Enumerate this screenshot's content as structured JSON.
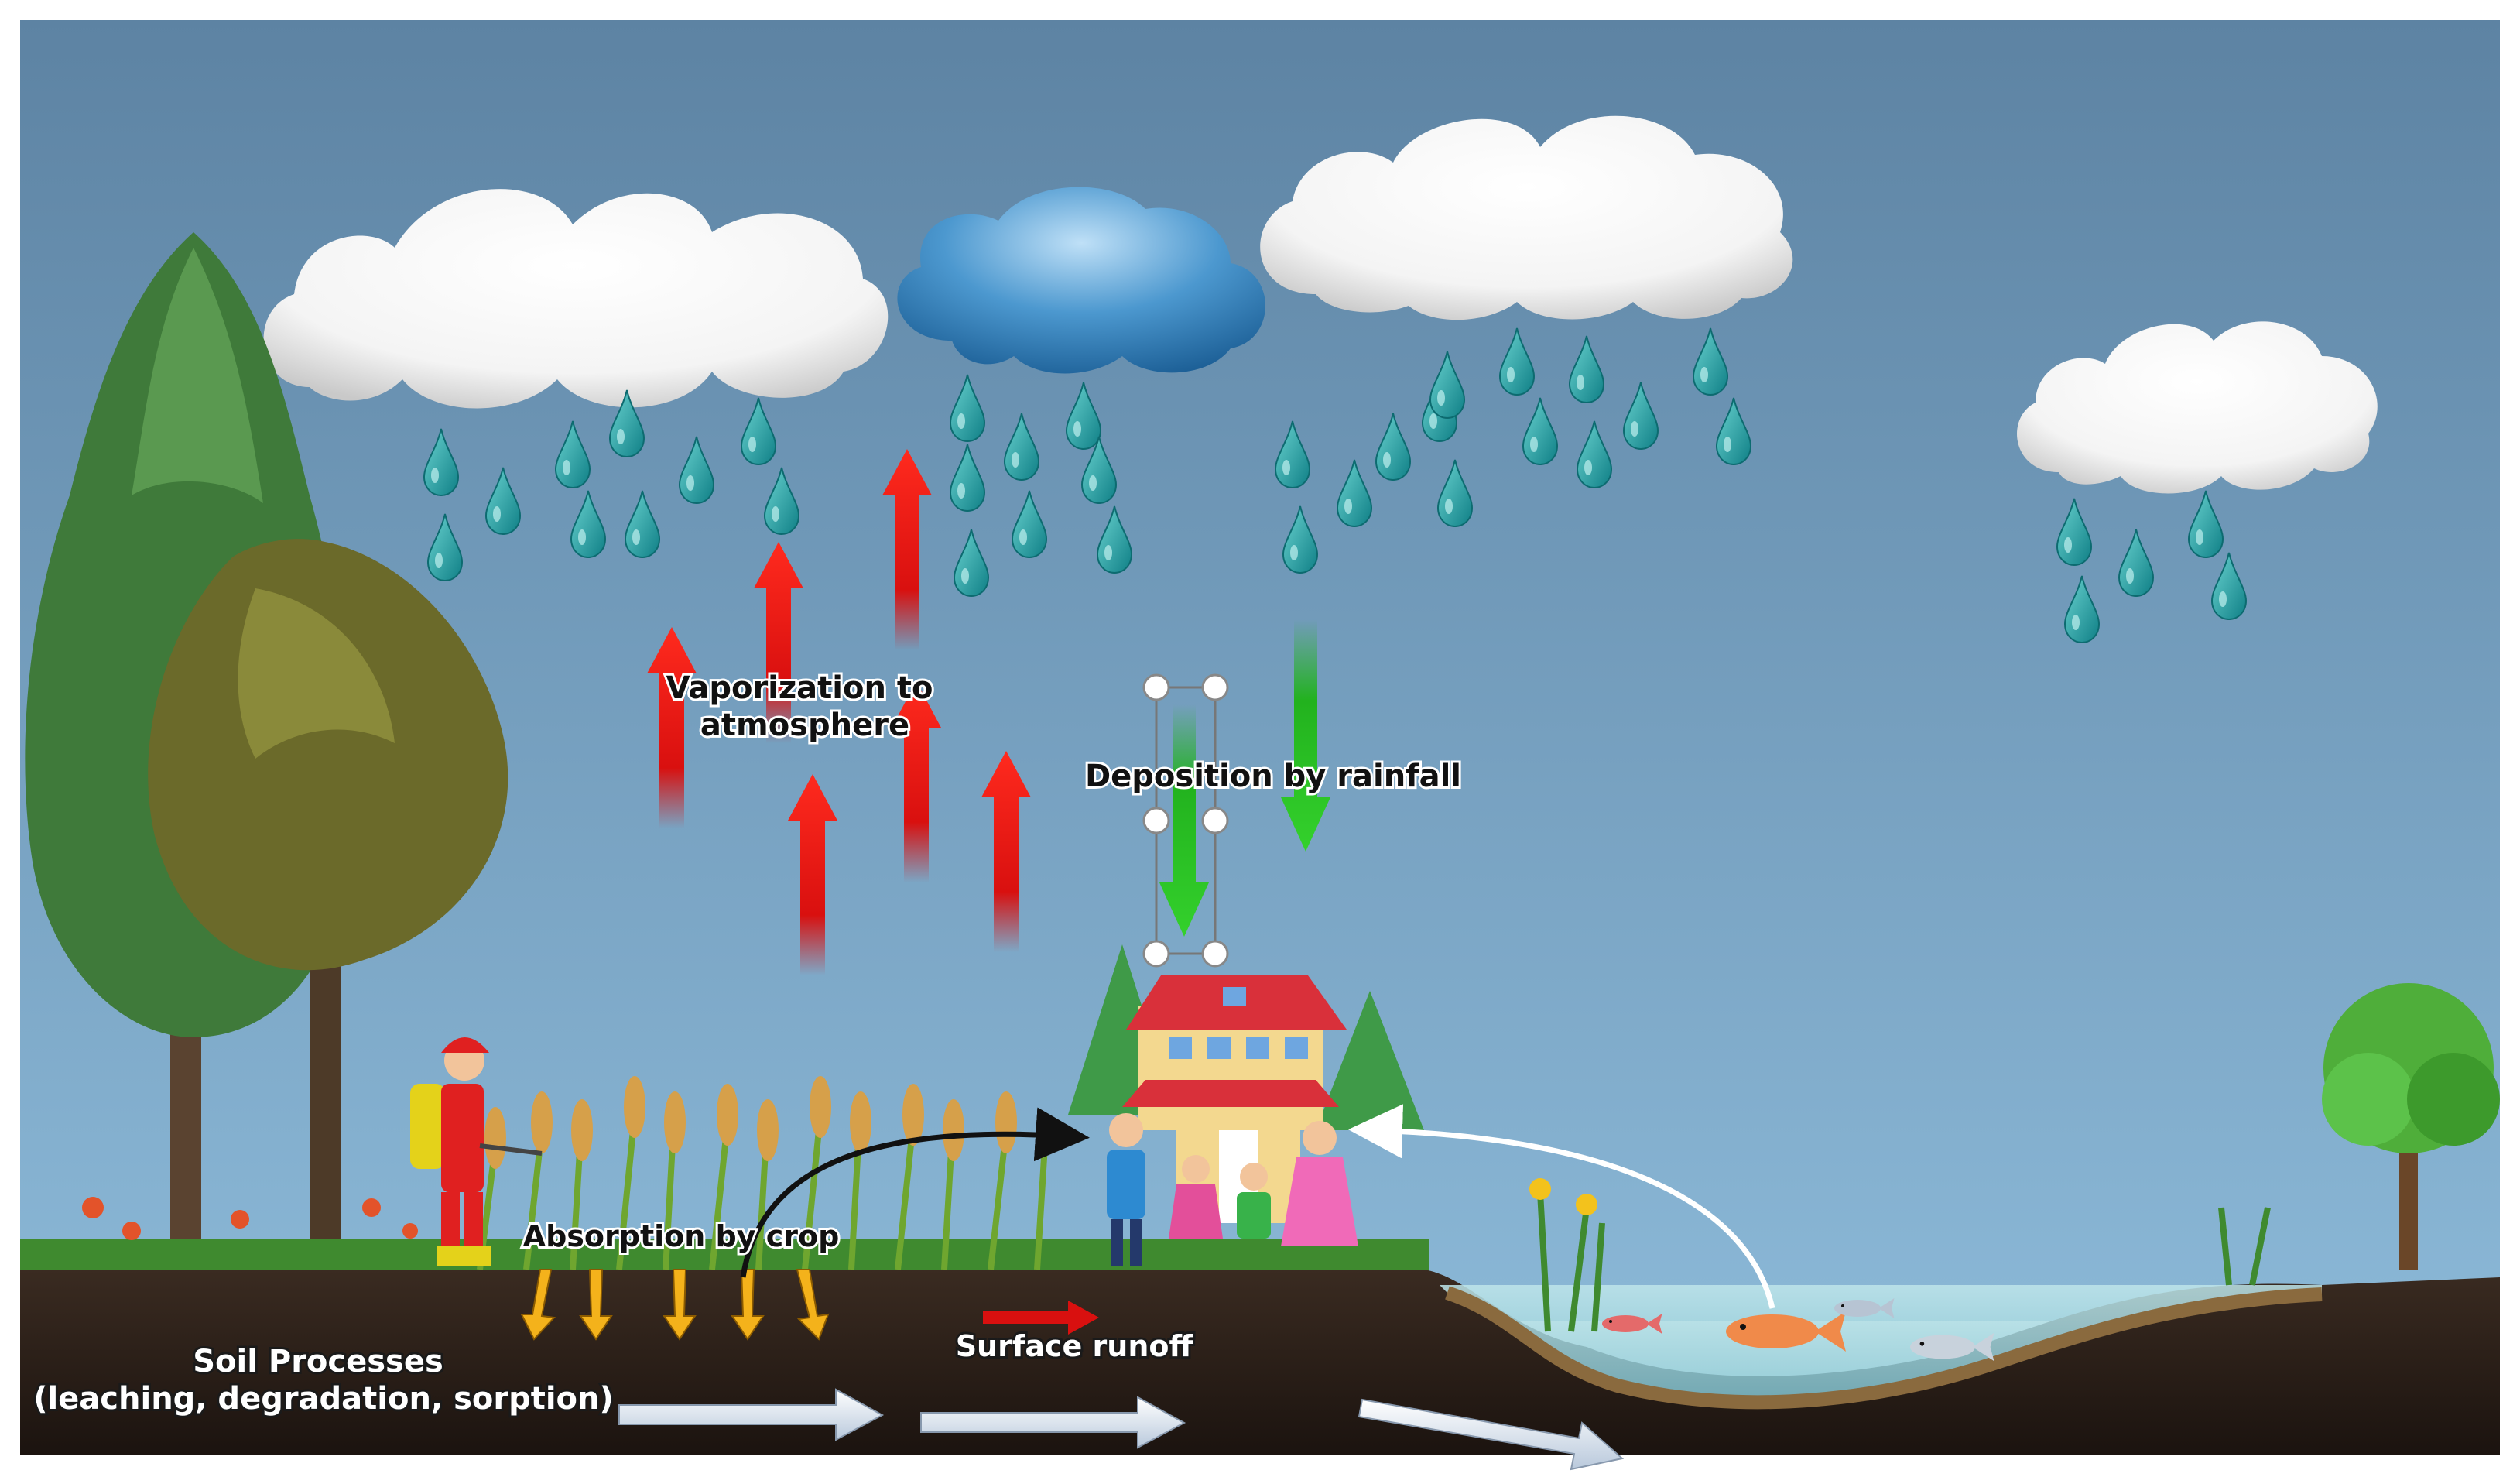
{
  "labels": {
    "vaporization_line1": "Vaporization to",
    "vaporization_line2": "atmosphere",
    "deposition": "Deposition by rainfall",
    "absorption": "Absorption by crop",
    "surface_runoff": "Surface runoff",
    "soil_processes_line1": "Soil Processes",
    "soil_processes_line2": "(leaching, degradation, sorption)"
  },
  "icons": [
    "cloud-icon",
    "raindrop-icon",
    "tree-icon",
    "farmer-sprayer-icon",
    "wheat-crop-icon",
    "house-icon",
    "family-icon",
    "fish-icon",
    "pond-icon"
  ],
  "colors": {
    "sky_top": "#5d83a3",
    "sky_bottom": "#86b3d3",
    "vapor_arrow": "#d9100f",
    "deposition_arrow": "#22b21e",
    "absorption_arrow": "#f4b21b",
    "soil": "#241a14",
    "water": "#9fd1dc",
    "raindrop": "#1b9a9a"
  }
}
